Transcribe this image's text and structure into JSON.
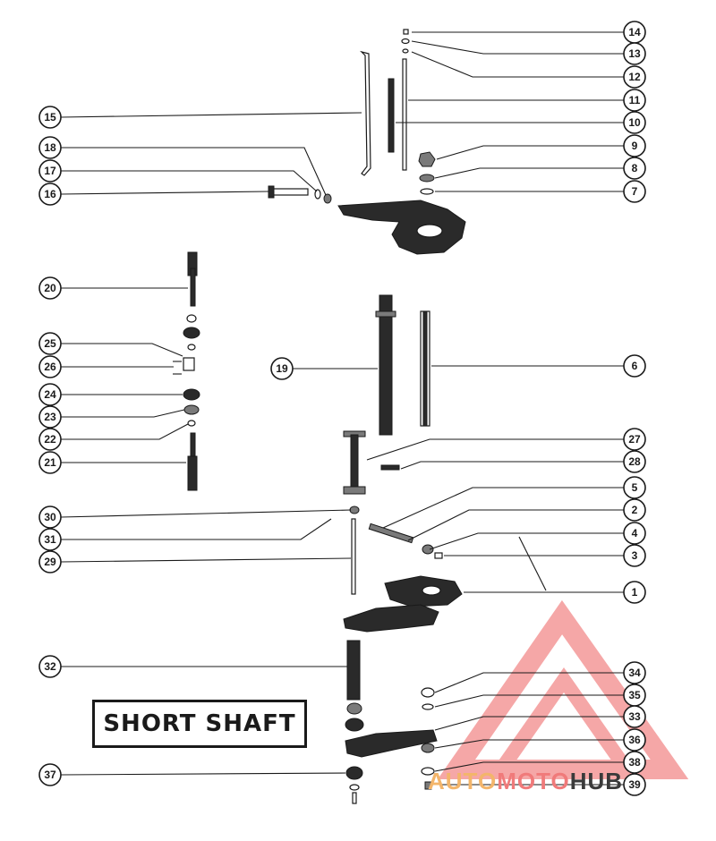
{
  "callouts": [
    {
      "id": "c14",
      "label": "14"
    },
    {
      "id": "c13",
      "label": "13"
    },
    {
      "id": "c12",
      "label": "12"
    },
    {
      "id": "c11",
      "label": "11"
    },
    {
      "id": "c10",
      "label": "10"
    },
    {
      "id": "c9",
      "label": "9"
    },
    {
      "id": "c8",
      "label": "8"
    },
    {
      "id": "c7",
      "label": "7"
    },
    {
      "id": "c15",
      "label": "15"
    },
    {
      "id": "c18",
      "label": "18"
    },
    {
      "id": "c17",
      "label": "17"
    },
    {
      "id": "c16",
      "label": "16"
    },
    {
      "id": "c20",
      "label": "20"
    },
    {
      "id": "c25",
      "label": "25"
    },
    {
      "id": "c26",
      "label": "26"
    },
    {
      "id": "c24",
      "label": "24"
    },
    {
      "id": "c23",
      "label": "23"
    },
    {
      "id": "c22",
      "label": "22"
    },
    {
      "id": "c21",
      "label": "21"
    },
    {
      "id": "c19",
      "label": "19"
    },
    {
      "id": "c6",
      "label": "6"
    },
    {
      "id": "c27",
      "label": "27"
    },
    {
      "id": "c28",
      "label": "28"
    },
    {
      "id": "c5",
      "label": "5"
    },
    {
      "id": "c2",
      "label": "2"
    },
    {
      "id": "c4",
      "label": "4"
    },
    {
      "id": "c3",
      "label": "3"
    },
    {
      "id": "c30",
      "label": "30"
    },
    {
      "id": "c31",
      "label": "31"
    },
    {
      "id": "c29",
      "label": "29"
    },
    {
      "id": "c1",
      "label": "1"
    },
    {
      "id": "c32",
      "label": "32"
    },
    {
      "id": "c34",
      "label": "34"
    },
    {
      "id": "c35",
      "label": "35"
    },
    {
      "id": "c33",
      "label": "33"
    },
    {
      "id": "c36",
      "label": "36"
    },
    {
      "id": "c38",
      "label": "38"
    },
    {
      "id": "c37",
      "label": "37"
    },
    {
      "id": "c39",
      "label": "39"
    }
  ],
  "label_box": {
    "text": "SHORT SHAFT"
  },
  "watermark": {
    "part1": "AUTO",
    "part2": "MOTO",
    "part3": "HUB",
    "colors": {
      "auto": "#f3b56a",
      "moto": "#f07a7a",
      "hub": "#3a3a3a",
      "logo": "#f28a8a"
    }
  }
}
